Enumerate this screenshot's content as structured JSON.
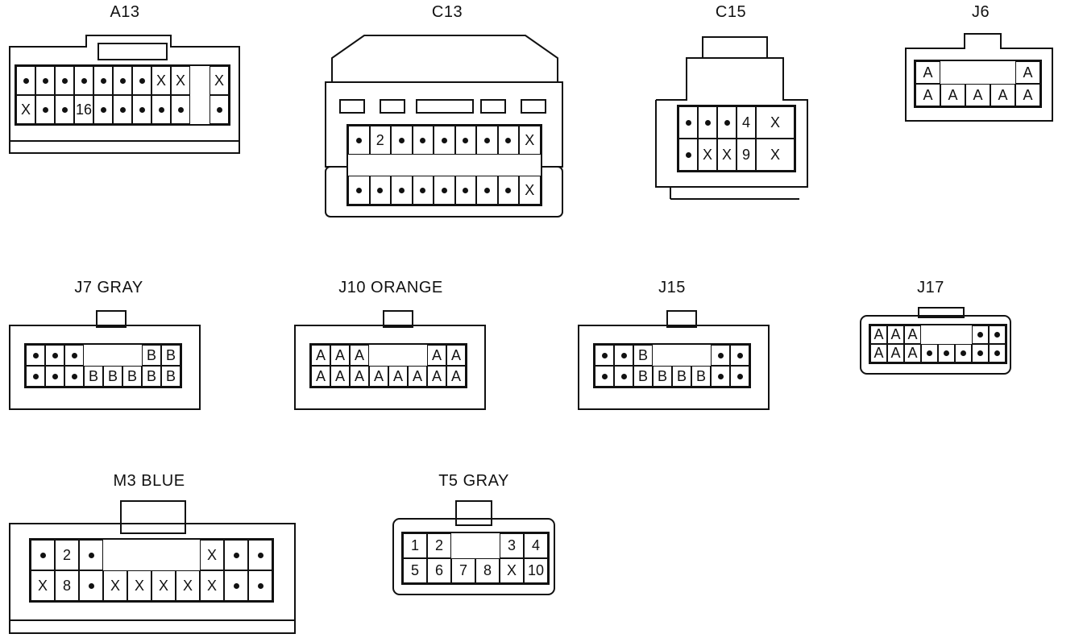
{
  "connectors": {
    "A13": {
      "name": "A13",
      "rows": [
        [
          "•",
          "•",
          "•",
          "•",
          "•",
          "•",
          "•",
          "X",
          "X",
          "",
          "X"
        ],
        [
          "X",
          "•",
          "•",
          "16",
          "•",
          "•",
          "•",
          "•",
          "•",
          "",
          "•"
        ]
      ]
    },
    "C13": {
      "name": "C13",
      "rows": [
        [
          "•",
          "2",
          "•",
          "•",
          "•",
          "•",
          "•",
          "•",
          "X"
        ],
        [
          "•",
          "•",
          "•",
          "•",
          "•",
          "•",
          "•",
          "•",
          "X"
        ]
      ]
    },
    "C15": {
      "name": "C15",
      "rows": [
        [
          "•",
          "•",
          "•",
          "4",
          "X"
        ],
        [
          "•",
          "X",
          "X",
          "9",
          "X"
        ]
      ]
    },
    "J6": {
      "name": "J6",
      "rows": [
        [
          "A",
          "",
          "",
          "",
          "A"
        ],
        [
          "A",
          "A",
          "A",
          "A",
          "A"
        ]
      ]
    },
    "J7": {
      "name": "J7  GRAY",
      "rows": [
        [
          "•",
          "•",
          "•",
          "",
          "",
          "",
          "B",
          "B"
        ],
        [
          "•",
          "•",
          "•",
          "B",
          "B",
          "B",
          "B",
          "B"
        ]
      ]
    },
    "J10": {
      "name": "J10  ORANGE",
      "rows": [
        [
          "A",
          "A",
          "A",
          "",
          "",
          "",
          "A",
          "A"
        ],
        [
          "A",
          "A",
          "A",
          "A",
          "A",
          "A",
          "A",
          "A"
        ]
      ]
    },
    "J15": {
      "name": "J15",
      "rows": [
        [
          "•",
          "•",
          "B",
          "",
          "",
          "",
          "•",
          "•"
        ],
        [
          "•",
          "•",
          "B",
          "B",
          "B",
          "B",
          "•",
          "•"
        ]
      ]
    },
    "J17": {
      "name": "J17",
      "rows": [
        [
          "A",
          "A",
          "A",
          "",
          "",
          "",
          "•",
          "•"
        ],
        [
          "A",
          "A",
          "A",
          "•",
          "•",
          "•",
          "•",
          "•"
        ]
      ]
    },
    "M3": {
      "name": "M3  BLUE",
      "rows": [
        [
          "•",
          "2",
          "•",
          "",
          "",
          "",
          "",
          "X",
          "•",
          "•"
        ],
        [
          "X",
          "8",
          "•",
          "X",
          "X",
          "X",
          "X",
          "X",
          "•",
          "•"
        ]
      ]
    },
    "T5": {
      "name": "T5  GRAY",
      "rows": [
        [
          "1",
          "2",
          "",
          "",
          "3",
          "4"
        ],
        [
          "5",
          "6",
          "7",
          "8",
          "X",
          "10"
        ]
      ]
    }
  }
}
